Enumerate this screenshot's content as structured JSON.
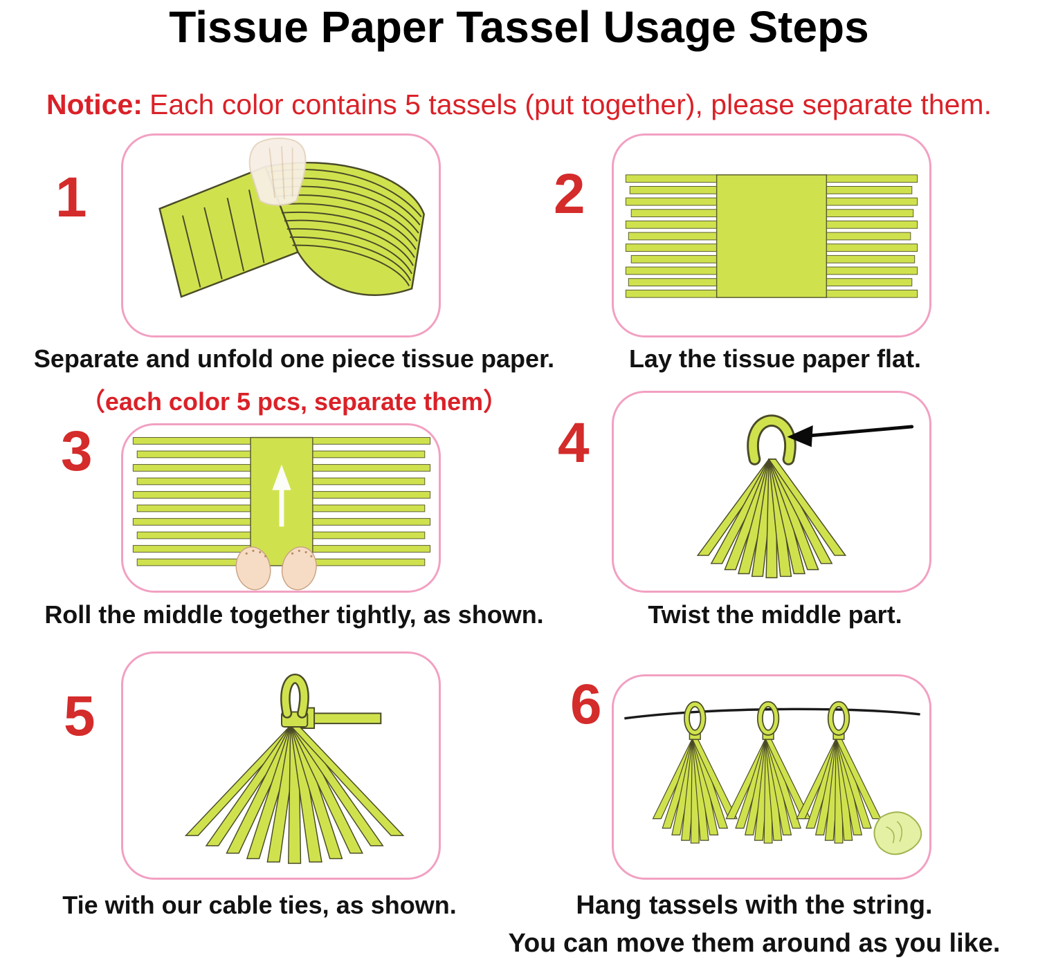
{
  "title": "Tissue Paper Tassel Usage Steps",
  "notice": {
    "label": "Notice:",
    "text": "Each color contains 5 tassels (put together), please separate them."
  },
  "steps": [
    {
      "number": "1",
      "caption": "Separate and unfold one piece tissue paper.",
      "subcaption": "（each color 5 pcs, separate them）"
    },
    {
      "number": "2",
      "caption": "Lay the tissue paper flat."
    },
    {
      "number": "3",
      "caption": "Roll the middle together tightly, as shown."
    },
    {
      "number": "4",
      "caption": "Twist the middle part."
    },
    {
      "number": "5",
      "caption": "Tie with our cable ties, as shown."
    },
    {
      "number": "6",
      "caption": "Hang tassels with the string.",
      "caption2": "You can move them around as you like."
    }
  ],
  "icons": {
    "step4_arrow": "arrow-pointing-to-loop",
    "step3_arrow": "roll-upward-arrow"
  },
  "colors": {
    "tissue_green": "#cfe24e",
    "frame_pink": "#f2a0c2",
    "accent_red": "#da2128",
    "text_black": "#121212"
  }
}
